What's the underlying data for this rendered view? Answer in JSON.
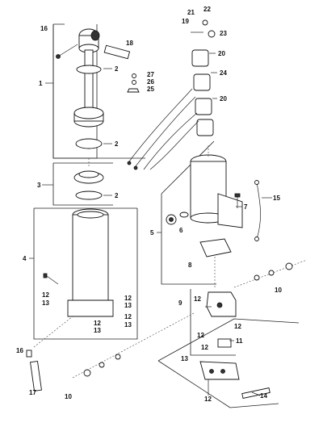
{
  "diagram": {
    "callouts": {
      "c1": "1",
      "c2a": "2",
      "c2b": "2",
      "c2c": "2",
      "c3": "3",
      "c4": "4",
      "c5": "5",
      "c6": "6",
      "c7": "7",
      "c8": "8",
      "c9": "9",
      "c10a": "10",
      "c10b": "10",
      "c11": "11",
      "c12a": "12",
      "c12b": "12",
      "c12c": "12",
      "c12d": "12",
      "c12e": "12",
      "c12f": "12",
      "c12g": "12",
      "c12h": "12",
      "c12i": "12",
      "c13a": "13",
      "c13b": "13",
      "c13c": "13",
      "c13d": "13",
      "c13e": "13",
      "c14": "14",
      "c15": "15",
      "c16a": "16",
      "c16b": "16",
      "c17": "17",
      "c18": "18",
      "c19": "19",
      "c20a": "20",
      "c20b": "20",
      "c21": "21",
      "c22": "22",
      "c23": "23",
      "c24": "24",
      "c25": "25",
      "c26": "26",
      "c27": "27"
    }
  }
}
